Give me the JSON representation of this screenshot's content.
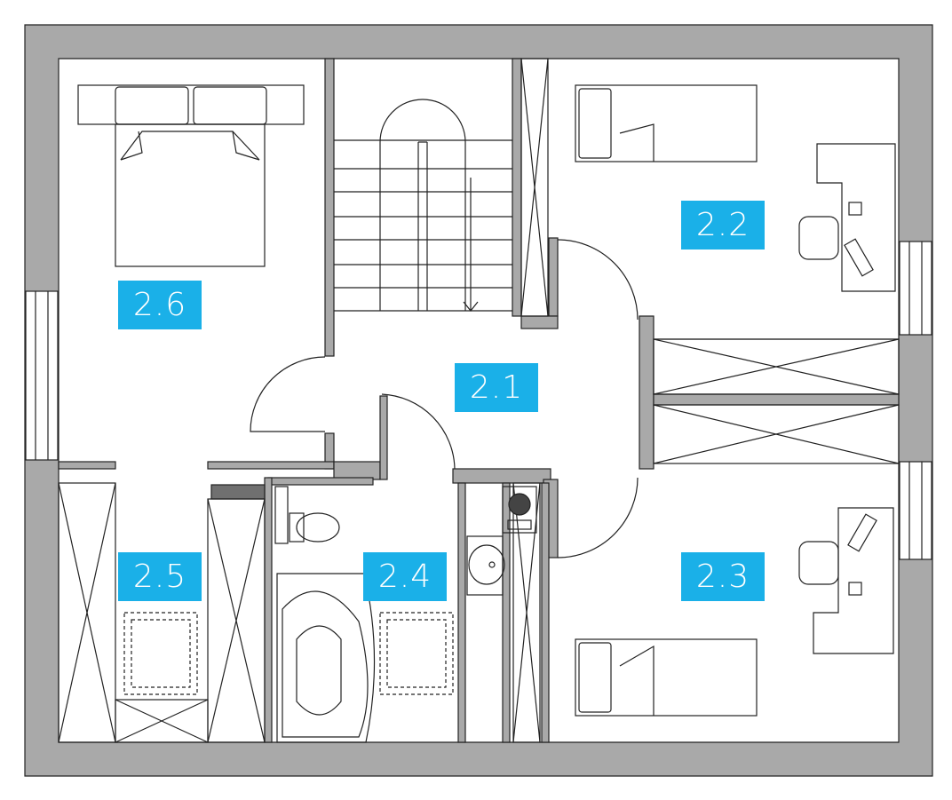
{
  "rooms": [
    {
      "id": "2.1",
      "label": "2.1"
    },
    {
      "id": "2.2",
      "label": "2.2"
    },
    {
      "id": "2.3",
      "label": "2.3"
    },
    {
      "id": "2.4",
      "label": "2.4"
    },
    {
      "id": "2.5",
      "label": "2.5"
    },
    {
      "id": "2.6",
      "label": "2.6"
    }
  ],
  "colors": {
    "wall": "#a9a9a9",
    "line": "#222222",
    "label_bg": "#1ab0e8",
    "label_text": "#ffffff"
  }
}
